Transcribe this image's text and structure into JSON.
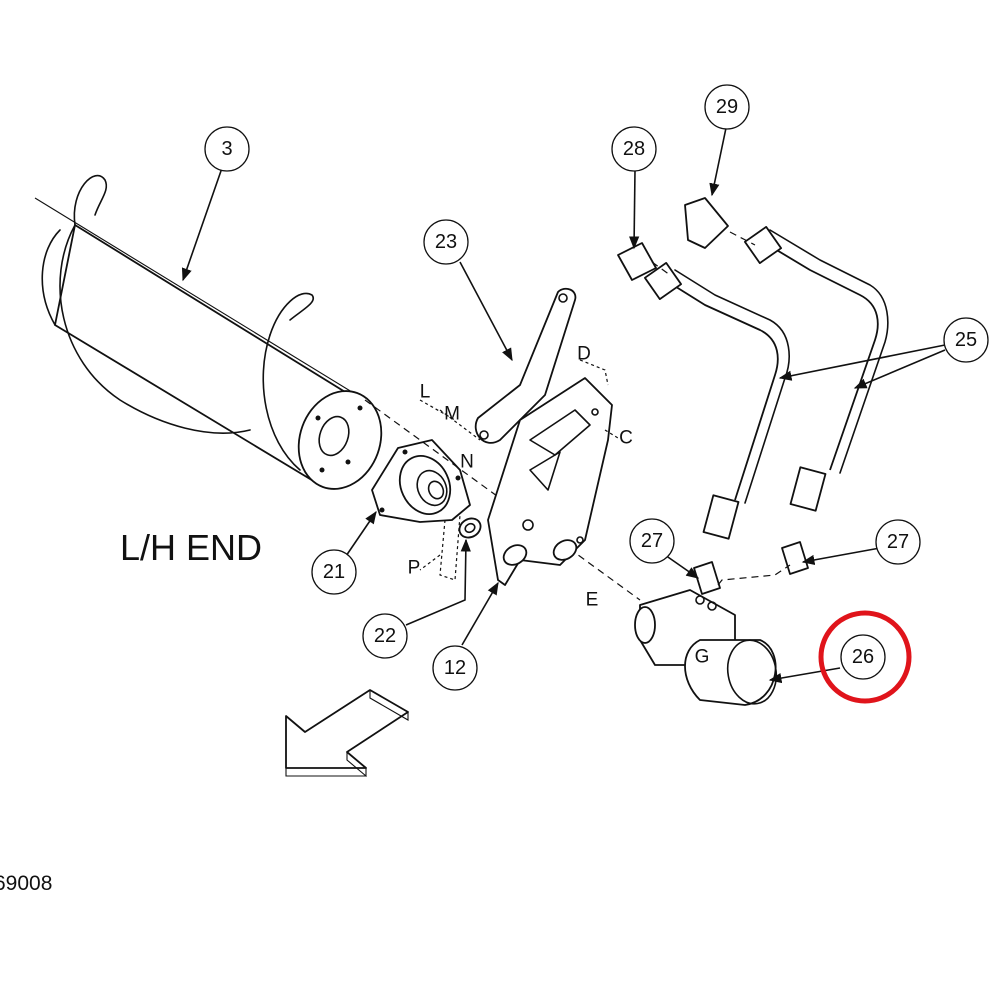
{
  "title": "L/H END",
  "drawing_code": "69008",
  "highlight_color": "#e0141b",
  "callouts": [
    {
      "id": "3",
      "label": "3"
    },
    {
      "id": "23",
      "label": "23"
    },
    {
      "id": "28",
      "label": "28"
    },
    {
      "id": "29",
      "label": "29"
    },
    {
      "id": "25",
      "label": "25"
    },
    {
      "id": "27a",
      "label": "27"
    },
    {
      "id": "27b",
      "label": "27"
    },
    {
      "id": "26",
      "label": "26",
      "highlighted": true
    },
    {
      "id": "21",
      "label": "21"
    },
    {
      "id": "22",
      "label": "22"
    },
    {
      "id": "12",
      "label": "12"
    }
  ],
  "letters": {
    "L": "L",
    "M": "M",
    "N": "N",
    "D": "D",
    "C": "C",
    "P": "P",
    "E": "E",
    "G": "G"
  }
}
